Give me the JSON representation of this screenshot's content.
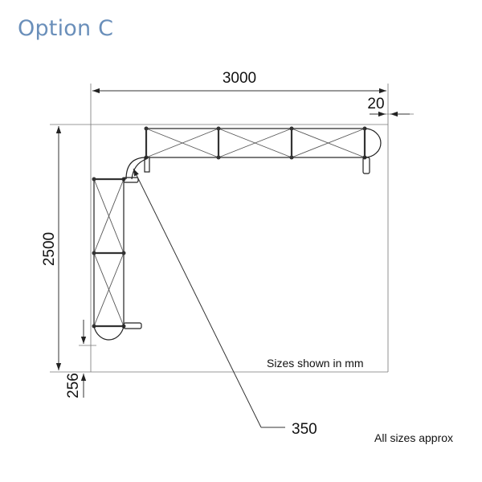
{
  "title": "Option C",
  "dimensions": {
    "width": "3000",
    "depth": "2500",
    "end_offset": "20",
    "side_offset": "256",
    "curve_radius": "350"
  },
  "notes": {
    "units": "Sizes shown in mm",
    "approx": "All sizes approx"
  }
}
